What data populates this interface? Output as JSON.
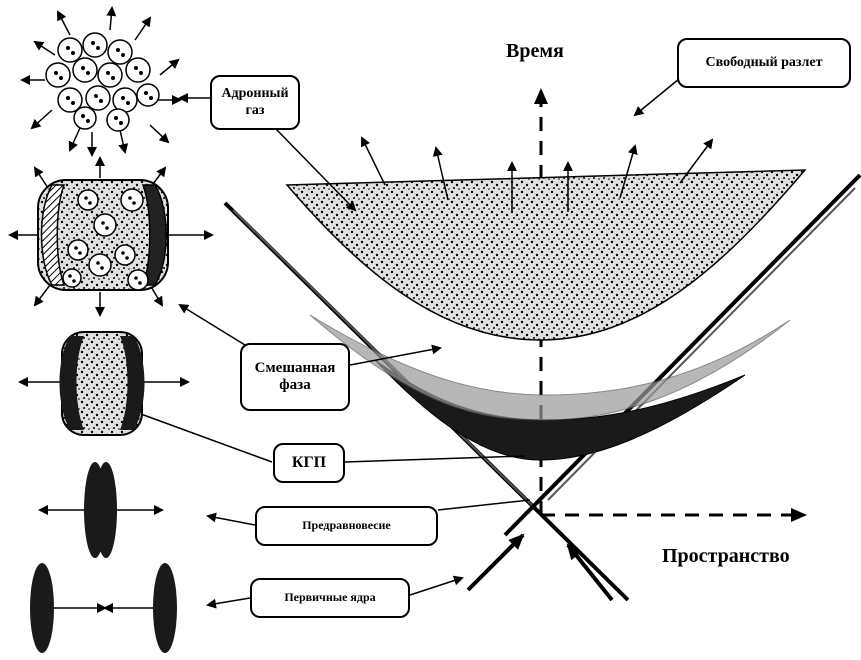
{
  "axes": {
    "time": "Время",
    "space": "Пространство"
  },
  "labels": {
    "free_expansion": "Свободный разлет",
    "hadron_gas_line1": "Адронный",
    "hadron_gas_line2": "газ",
    "mixed_phase_line1": "Смешанная",
    "mixed_phase_line2": "фаза",
    "qgp": "КГП",
    "pre_equilibrium": "Предравновесие",
    "primary_nuclei": "Первичные ядра"
  },
  "colors": {
    "ink": "#000000",
    "hadron_fill": "#d9d9d9",
    "qgp_fill": "#1a1a1a",
    "mixed_fill": "#8a8a8a",
    "background": "#ffffff"
  }
}
